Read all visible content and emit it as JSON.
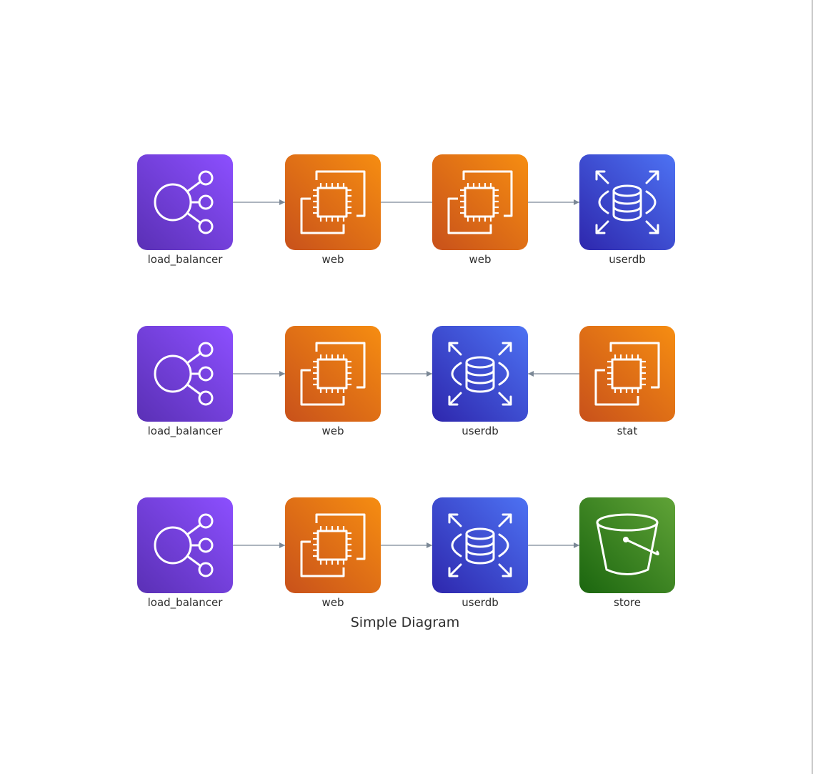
{
  "diagram": {
    "title": "Simple Diagram",
    "rows": [
      {
        "nodes": [
          {
            "label": "load_balancer",
            "icon": "elastic-load-balancing-icon",
            "kind": "elb"
          },
          {
            "label": "web",
            "icon": "ec2-icon",
            "kind": "ec2"
          },
          {
            "label": "web",
            "icon": "ec2-icon",
            "kind": "ec2"
          },
          {
            "label": "userdb",
            "icon": "rds-icon",
            "kind": "rds"
          }
        ],
        "edges": [
          {
            "from": 0,
            "to": 1,
            "arrow": true
          },
          {
            "from": 1,
            "to": 2,
            "arrow": false
          },
          {
            "from": 2,
            "to": 3,
            "arrow": true
          }
        ]
      },
      {
        "nodes": [
          {
            "label": "load_balancer",
            "icon": "elastic-load-balancing-icon",
            "kind": "elb"
          },
          {
            "label": "web",
            "icon": "ec2-icon",
            "kind": "ec2"
          },
          {
            "label": "userdb",
            "icon": "rds-icon",
            "kind": "rds"
          },
          {
            "label": "stat",
            "icon": "ec2-icon",
            "kind": "ec2"
          }
        ],
        "edges": [
          {
            "from": 0,
            "to": 1,
            "arrow": true
          },
          {
            "from": 1,
            "to": 2,
            "arrow": true
          },
          {
            "from": 3,
            "to": 2,
            "arrow": true
          }
        ]
      },
      {
        "nodes": [
          {
            "label": "load_balancer",
            "icon": "elastic-load-balancing-icon",
            "kind": "elb"
          },
          {
            "label": "web",
            "icon": "ec2-icon",
            "kind": "ec2"
          },
          {
            "label": "userdb",
            "icon": "rds-icon",
            "kind": "rds"
          },
          {
            "label": "store",
            "icon": "s3-bucket-icon",
            "kind": "s3"
          }
        ],
        "edges": [
          {
            "from": 0,
            "to": 1,
            "arrow": true
          },
          {
            "from": 1,
            "to": 2,
            "arrow": true
          },
          {
            "from": 2,
            "to": 3,
            "arrow": true
          }
        ]
      }
    ]
  },
  "colors": {
    "elb": [
      "#8c4fff",
      "#5a30b5"
    ],
    "ec2": [
      "#f68d11",
      "#c8511b"
    ],
    "rds": [
      "#4d72f3",
      "#2e27ad"
    ],
    "s3": [
      "#60a337",
      "#1b660f"
    ],
    "edge": "#7b8896",
    "label": "#2d2d2d"
  }
}
